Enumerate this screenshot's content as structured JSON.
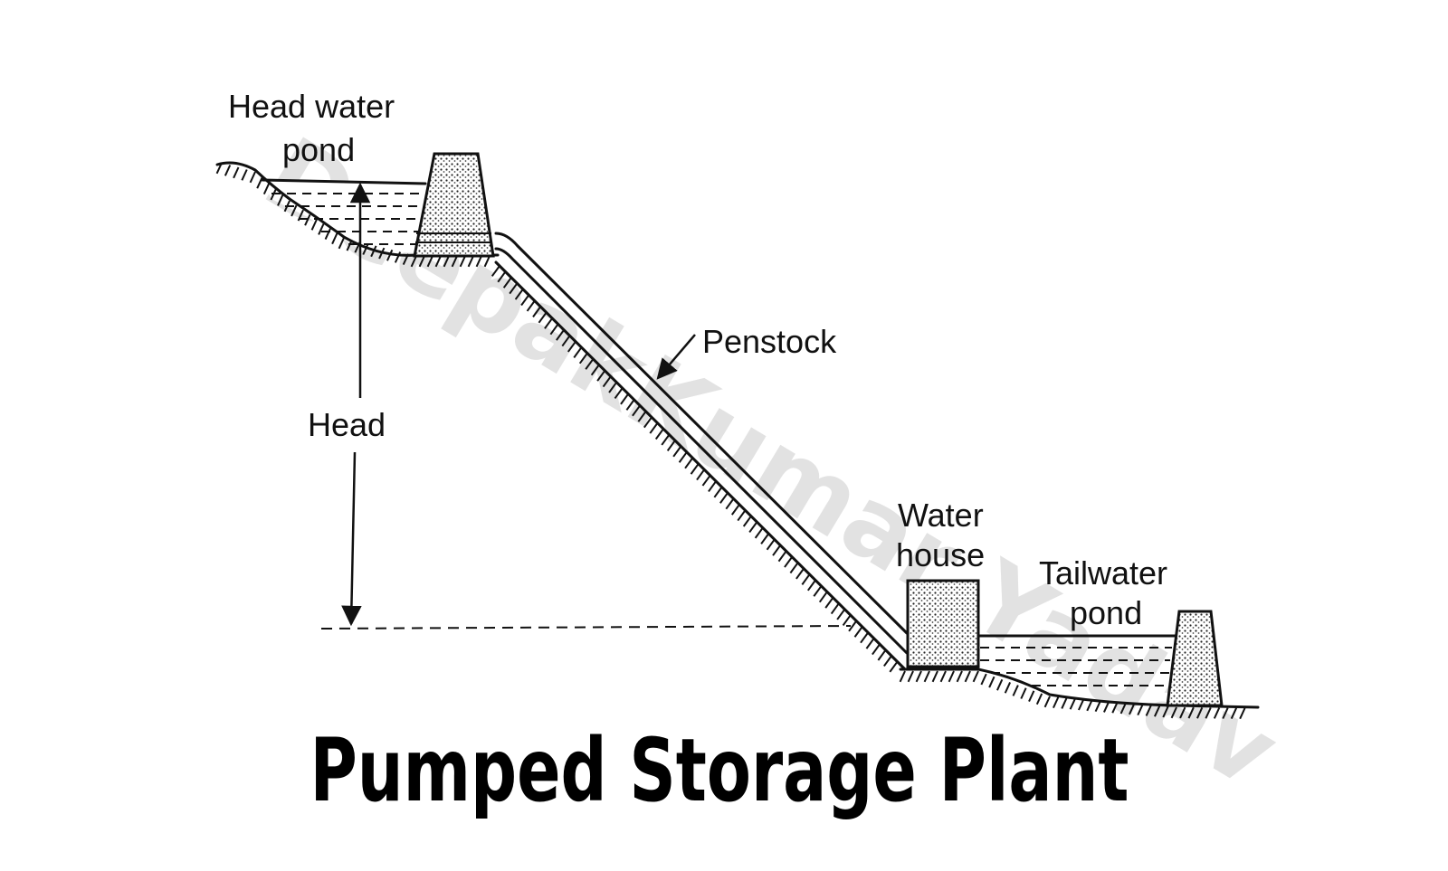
{
  "labels": {
    "head_water_pond": [
      "Head water",
      "pond"
    ],
    "penstock": "Penstock",
    "head": "Head",
    "water_house": [
      "Water",
      "house"
    ],
    "tailwater_pond": [
      "Tailwater",
      "pond"
    ]
  },
  "title": "Pumped Storage Plant",
  "watermark": "DeepakKumar Yadav",
  "colors": {
    "ink": "#111111",
    "watermark": "#d9d9d9",
    "water": "#ffffff"
  }
}
